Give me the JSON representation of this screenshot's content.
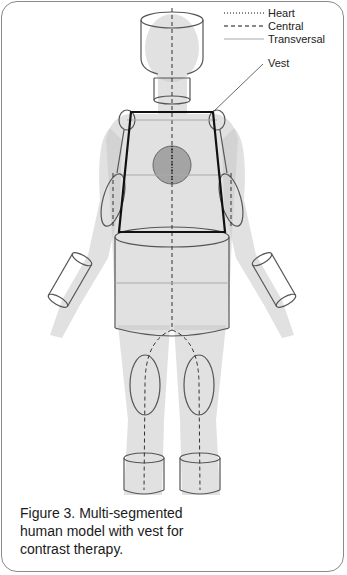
{
  "diagram": {
    "caption": "Figure 3. Multi-segmented human model with vest for contrast therapy.",
    "labels": [
      "Vest"
    ],
    "legend": [
      {
        "text": "Heart"
      },
      {
        "text": "Central"
      },
      {
        "text": "Transversal"
      }
    ]
  }
}
